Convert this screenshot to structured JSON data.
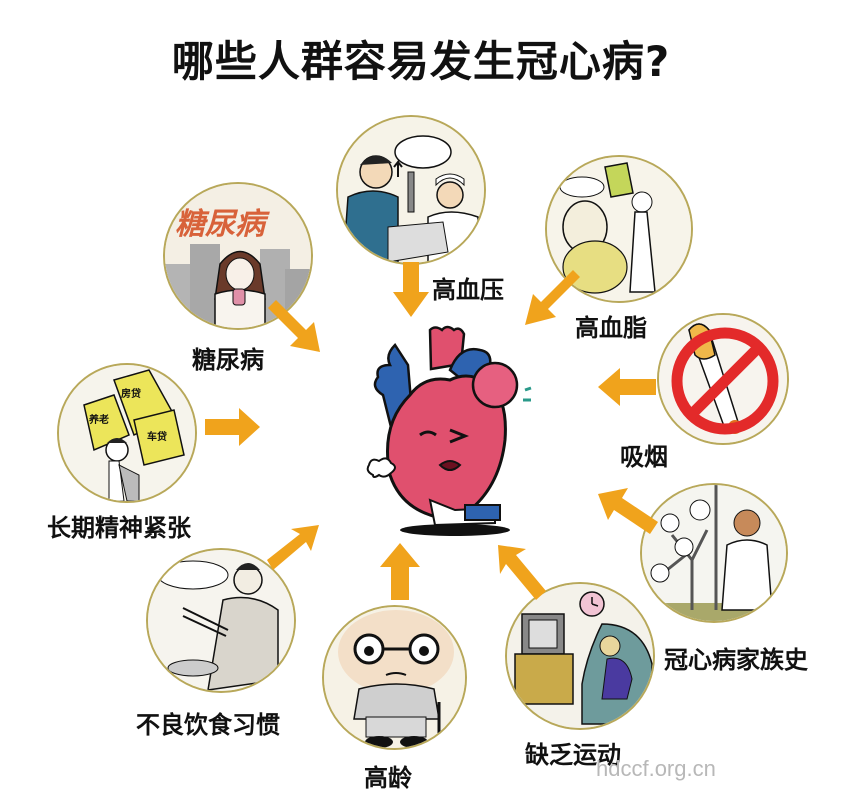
{
  "title": "哪些人群容易发生冠心病?",
  "center": {
    "illustration": "sick-heart-cartoon"
  },
  "risk_factors": [
    {
      "label": "高血压",
      "illustration": "doctor-measuring-blood-pressure"
    },
    {
      "label": "高血脂",
      "illustration": "overweight-man-and-doctor"
    },
    {
      "label": "吸烟",
      "illustration": "no-smoking-cigarette"
    },
    {
      "label": "冠心病家族史",
      "illustration": "family-tree-and-doctor"
    },
    {
      "label": "缺乏运动",
      "illustration": "man-watching-tv-on-sofa"
    },
    {
      "label": "高龄",
      "illustration": "elderly-man-with-cane"
    },
    {
      "label": "不良饮食习惯",
      "illustration": "man-eating-with-chopsticks"
    },
    {
      "label": "长期精神紧张",
      "illustration": "man-carrying-heavy-burden"
    },
    {
      "label": "糖尿病",
      "illustration": "woman-eating-sweets"
    }
  ],
  "illustration_text": {
    "diabetes_banner": "糖尿病",
    "stress_burdens": [
      "房贷",
      "车贷",
      "养老"
    ]
  },
  "colors": {
    "arrow": "#f0a31c",
    "title": "#111111",
    "circle_border": "#b8a85a",
    "heart": "#e0506e",
    "heart_vessels": "#2e63b0",
    "watermark": "#b8b8b8"
  },
  "watermark": "hdccf.org.cn"
}
